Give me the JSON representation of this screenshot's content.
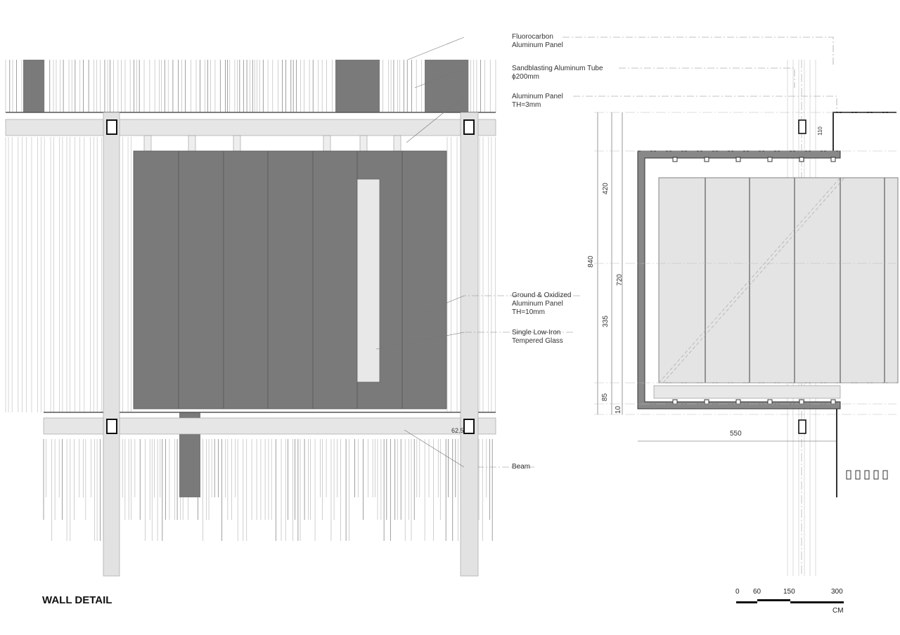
{
  "title": "WALL DETAIL",
  "labels": {
    "fluorocarbon": [
      "Fluorocarbon",
      "Aluminum Panel"
    ],
    "tube": [
      "Sandblasting Aluminum Tube",
      "ϕ200mm"
    ],
    "panel3": [
      "Aluminum Panel",
      "TH=3mm"
    ],
    "oxidized": [
      "Ground & Oxidized",
      "Aluminum Panel",
      "TH=10mm"
    ],
    "glass": [
      "Single Low-Iron",
      "Tempered Glass"
    ],
    "beam": [
      "Beam"
    ]
  },
  "dimensions": {
    "d840": "840",
    "d420": "420",
    "d720": "720",
    "d335": "335",
    "d85": "85",
    "d10": "10",
    "d550": "550",
    "d110": "110",
    "d62_5": "62.5"
  },
  "scale_bar": {
    "ticks": [
      "0",
      "60",
      "150",
      "300"
    ],
    "unit": "CM"
  },
  "colors": {
    "dark_panel": "#7a7a7a",
    "light_fill": "#e4e4e4",
    "line": "#555555"
  }
}
